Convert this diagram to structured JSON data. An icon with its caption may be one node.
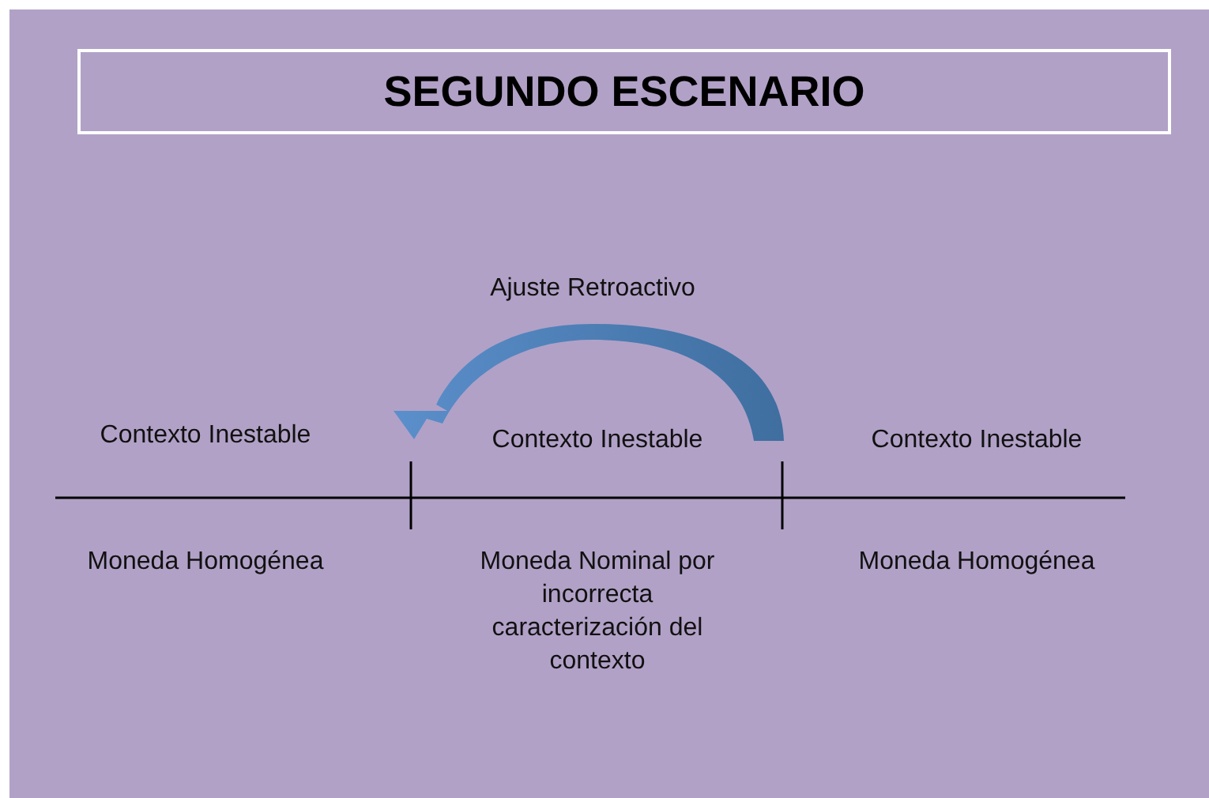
{
  "diagram": {
    "title": "SEGUNDO ESCENARIO",
    "labels": [
      "Ajuste Retroactivo",
      "Contexto Inestable",
      "Contexto Inestable",
      "Contexto Inestable",
      "Moneda Homogénea",
      "Moneda Nominal por incorrecta caracterización del contexto",
      "Moneda Homogénea"
    ]
  }
}
